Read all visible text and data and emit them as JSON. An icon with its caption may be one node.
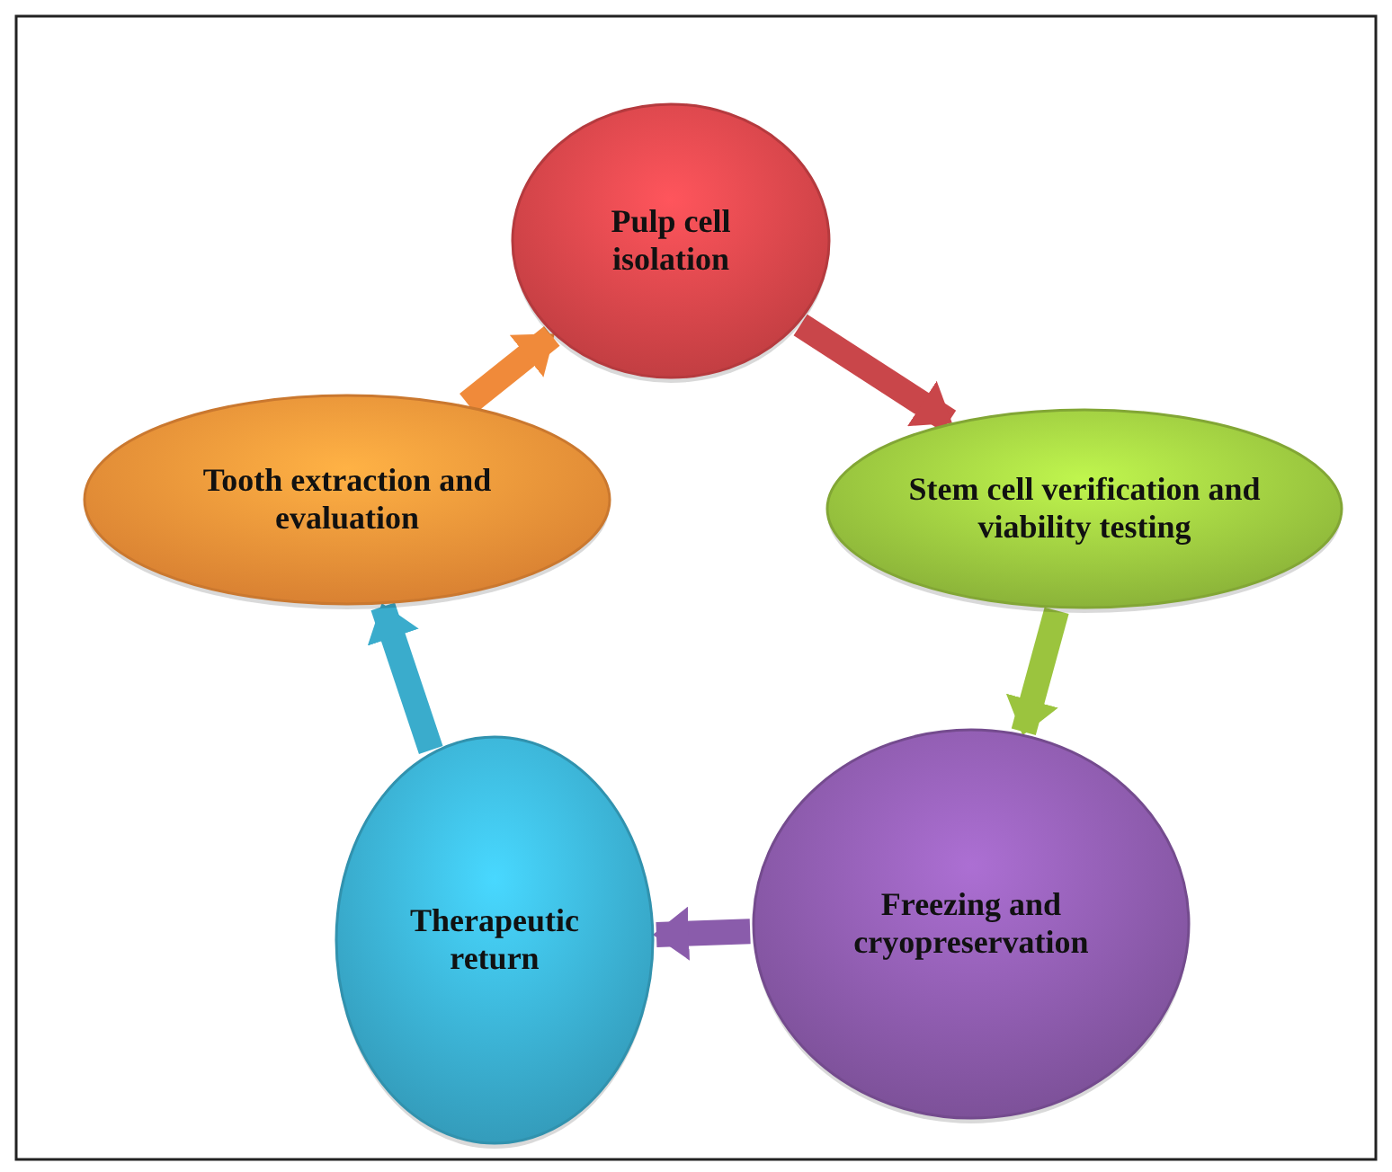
{
  "diagram": {
    "nodes": [
      {
        "text": [
          "Pulp cell isolation"
        ]
      },
      {
        "text": [
          "Stem cell verification and viability testing"
        ]
      },
      {
        "text": [
          "Freezing and cryopreservation"
        ]
      },
      {
        "text": [
          "Therapeutic return"
        ]
      },
      {
        "text": [
          "Tooth extraction and evaluation"
        ]
      }
    ],
    "edges": [
      {
        "from": 4,
        "to": 0,
        "arrow": "to",
        "color": "#f08a3a"
      },
      {
        "from": 0,
        "to": 1,
        "arrow": "to",
        "color": "#c9464a"
      },
      {
        "from": 1,
        "to": 2,
        "arrow": "to",
        "color": "#9bc43e"
      },
      {
        "from": 2,
        "to": 3,
        "arrow": "to",
        "color": "#8a5cab"
      },
      {
        "from": 3,
        "to": 4,
        "arrow": "to",
        "color": "#3aaccc"
      }
    ]
  }
}
